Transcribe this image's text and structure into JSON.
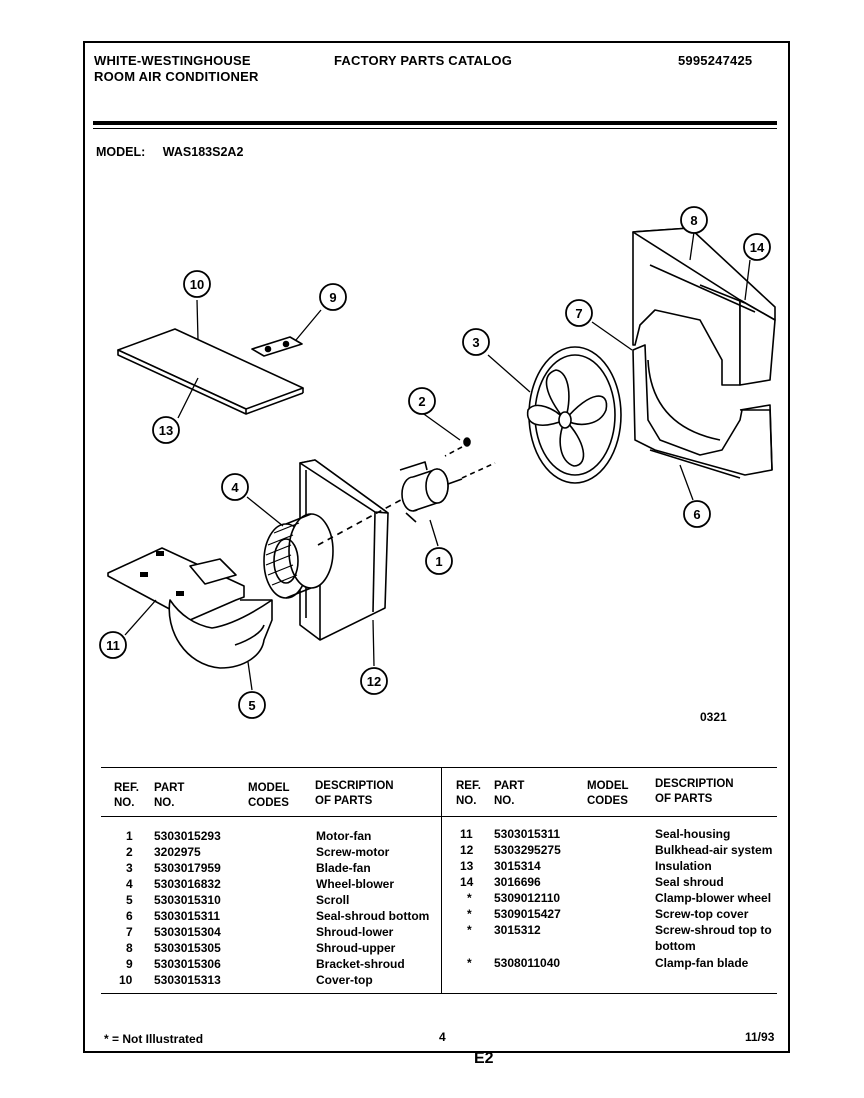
{
  "header": {
    "brand_line1": "WHITE-WESTINGHOUSE",
    "brand_line2": "ROOM AIR CONDITIONER",
    "catalog_title": "FACTORY PARTS CATALOG",
    "catalog_number": "5995247425"
  },
  "model": {
    "label": "MODEL:",
    "value": "WAS183S2A2"
  },
  "diagram": {
    "drawing_code": "0321",
    "callouts": [
      "1",
      "2",
      "3",
      "4",
      "5",
      "6",
      "7",
      "8",
      "9",
      "10",
      "11",
      "12",
      "13",
      "14"
    ]
  },
  "table": {
    "headers": {
      "ref": "REF.",
      "ref2": "NO.",
      "part": "PART",
      "part2": "NO.",
      "model": "MODEL",
      "model2": "CODES",
      "desc": "DESCRIPTION",
      "desc2": "OF PARTS"
    },
    "left_rows": [
      {
        "ref": "1",
        "part": "5303015293",
        "desc": "Motor-fan"
      },
      {
        "ref": "2",
        "part": "3202975",
        "desc": "Screw-motor"
      },
      {
        "ref": "3",
        "part": "5303017959",
        "desc": "Blade-fan"
      },
      {
        "ref": "4",
        "part": "5303016832",
        "desc": "Wheel-blower"
      },
      {
        "ref": "5",
        "part": "5303015310",
        "desc": "Scroll"
      },
      {
        "ref": "6",
        "part": "5303015311",
        "desc": "Seal-shroud bottom"
      },
      {
        "ref": "7",
        "part": "5303015304",
        "desc": "Shroud-lower"
      },
      {
        "ref": "8",
        "part": "5303015305",
        "desc": "Shroud-upper"
      },
      {
        "ref": "9",
        "part": "5303015306",
        "desc": "Bracket-shroud"
      },
      {
        "ref": "10",
        "part": "5303015313",
        "desc": "Cover-top"
      }
    ],
    "right_rows": [
      {
        "ref": "11",
        "part": "5303015311",
        "desc": "Seal-housing"
      },
      {
        "ref": "12",
        "part": "5303295275",
        "desc": "Bulkhead-air system"
      },
      {
        "ref": "13",
        "part": "3015314",
        "desc": "Insulation"
      },
      {
        "ref": "14",
        "part": "3016696",
        "desc": "Seal shroud"
      },
      {
        "ref": "*",
        "part": "5309012110",
        "desc": "Clamp-blower wheel"
      },
      {
        "ref": "*",
        "part": "5309015427",
        "desc": "Screw-top cover"
      },
      {
        "ref": "*",
        "part": "3015312",
        "desc": "Screw-shroud top to"
      },
      {
        "ref": "",
        "part": "",
        "desc": "bottom"
      },
      {
        "ref": "*",
        "part": "5308011040",
        "desc": "Clamp-fan blade"
      }
    ]
  },
  "footer": {
    "note": "* = Not Illustrated",
    "page_number": "4",
    "date": "11/93",
    "section": "E2"
  }
}
